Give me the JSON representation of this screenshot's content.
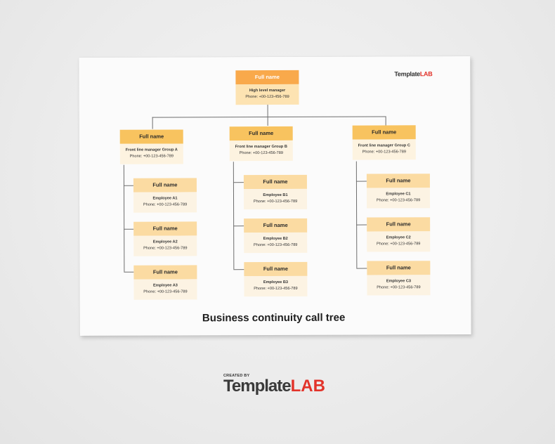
{
  "document": {
    "title": "Business continuity call tree",
    "brand_small": {
      "part1": "Template",
      "part2": "LAB"
    }
  },
  "tree": {
    "top": {
      "name": "Full name",
      "role": "High level manager",
      "phone": "Phone: +00-123-456-789"
    },
    "groups": [
      {
        "manager": {
          "name": "Full name",
          "role": "Front line manager Group A",
          "phone": "Phone: +00-123-456-789"
        },
        "employees": [
          {
            "name": "Full name",
            "role": "Employee A1",
            "phone": "Phone: +00-123-456-789"
          },
          {
            "name": "Full name",
            "role": "Employee A2",
            "phone": "Phone: +00-123-456-789"
          },
          {
            "name": "Full name",
            "role": "Employee A3",
            "phone": "Phone: +00-123-456-789"
          }
        ]
      },
      {
        "manager": {
          "name": "Full name",
          "role": "Front line manager Group B",
          "phone": "Phone: +00-123-456-789"
        },
        "employees": [
          {
            "name": "Full name",
            "role": "Employee B1",
            "phone": "Phone: +00-123-456-789"
          },
          {
            "name": "Full name",
            "role": "Employee B2",
            "phone": "Phone: +00-123-456-789"
          },
          {
            "name": "Full name",
            "role": "Employee B3",
            "phone": "Phone: +00-123-456-789"
          }
        ]
      },
      {
        "manager": {
          "name": "Full name",
          "role": "Front line manager Group C",
          "phone": "Phone: +00-123-456-789"
        },
        "employees": [
          {
            "name": "Full name",
            "role": "Employee C1",
            "phone": "Phone: +00-123-456-789"
          },
          {
            "name": "Full name",
            "role": "Employee C2",
            "phone": "Phone: +00-123-456-789"
          },
          {
            "name": "Full name",
            "role": "Employee C3",
            "phone": "Phone: +00-123-456-789"
          }
        ]
      }
    ]
  },
  "footer": {
    "created_by": "CREATED BY",
    "brand_part1": "Template",
    "brand_part2": "LAB"
  },
  "colors": {
    "top_header": "#f9a94b",
    "manager_header": "#f8c35f",
    "employee_header": "#fbdba2",
    "brand_red": "#e2332a"
  }
}
